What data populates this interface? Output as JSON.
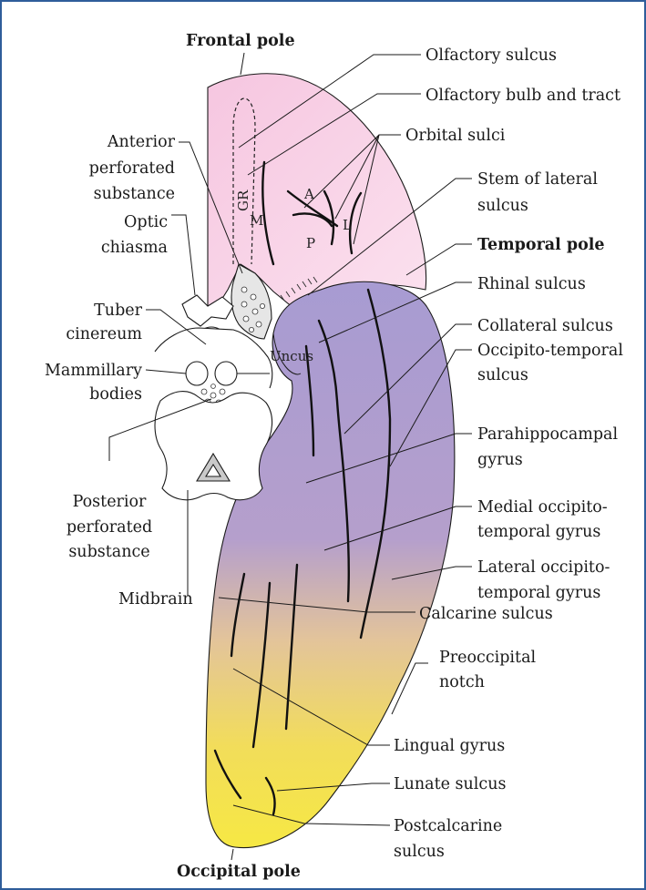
{
  "colors": {
    "frame": "#2f5d9a",
    "frontal_lobe": "#f6c9e2",
    "temporal_lobe_top": "#a79bd2",
    "occipital_lobe": "#f5e23c"
  },
  "labels": {
    "frontal_pole": "Frontal pole",
    "olfactory_sulcus": "Olfactory sulcus",
    "olfactory_bulb_tract": "Olfactory bulb and tract",
    "anterior_perforated": [
      "Anterior",
      "perforated",
      "substance"
    ],
    "orbital_sulci": "Orbital sulci",
    "stem_lateral_sulcus": [
      "Stem of lateral",
      "sulcus"
    ],
    "optic_chiasma": [
      "Optic",
      "chiasma"
    ],
    "temporal_pole": "Temporal pole",
    "tuber_cinereum": [
      "Tuber",
      "cinereum"
    ],
    "rhinal_sulcus": "Rhinal sulcus",
    "collateral_sulcus": "Collateral sulcus",
    "mammillary_bodies": [
      "Mammillary",
      "bodies"
    ],
    "occipito_temporal_sulcus": [
      "Occipito-temporal",
      "sulcus"
    ],
    "parahippocampal_gyrus": [
      "Parahippocampal",
      "gyrus"
    ],
    "posterior_perforated": [
      "Posterior",
      "perforated",
      "substance"
    ],
    "medial_occipito_temporal": [
      "Medial occipito-",
      "temporal gyrus"
    ],
    "lateral_occipito_temporal": [
      "Lateral occipito-",
      "temporal gyrus"
    ],
    "midbrain": "Midbrain",
    "calcarine_sulcus": "Calcarine sulcus",
    "preoccipital_notch": [
      "Preoccipital",
      "notch"
    ],
    "lingual_gyrus": "Lingual gyrus",
    "lunate_sulcus": "Lunate sulcus",
    "postcalcarine_sulcus": [
      "Postcalcarine",
      "sulcus"
    ],
    "occipital_pole": "Occipital pole"
  },
  "inner_labels": {
    "gr": "GR",
    "m": "M",
    "a": "A",
    "p": "P",
    "l": "L",
    "uncus": "Uncus"
  }
}
